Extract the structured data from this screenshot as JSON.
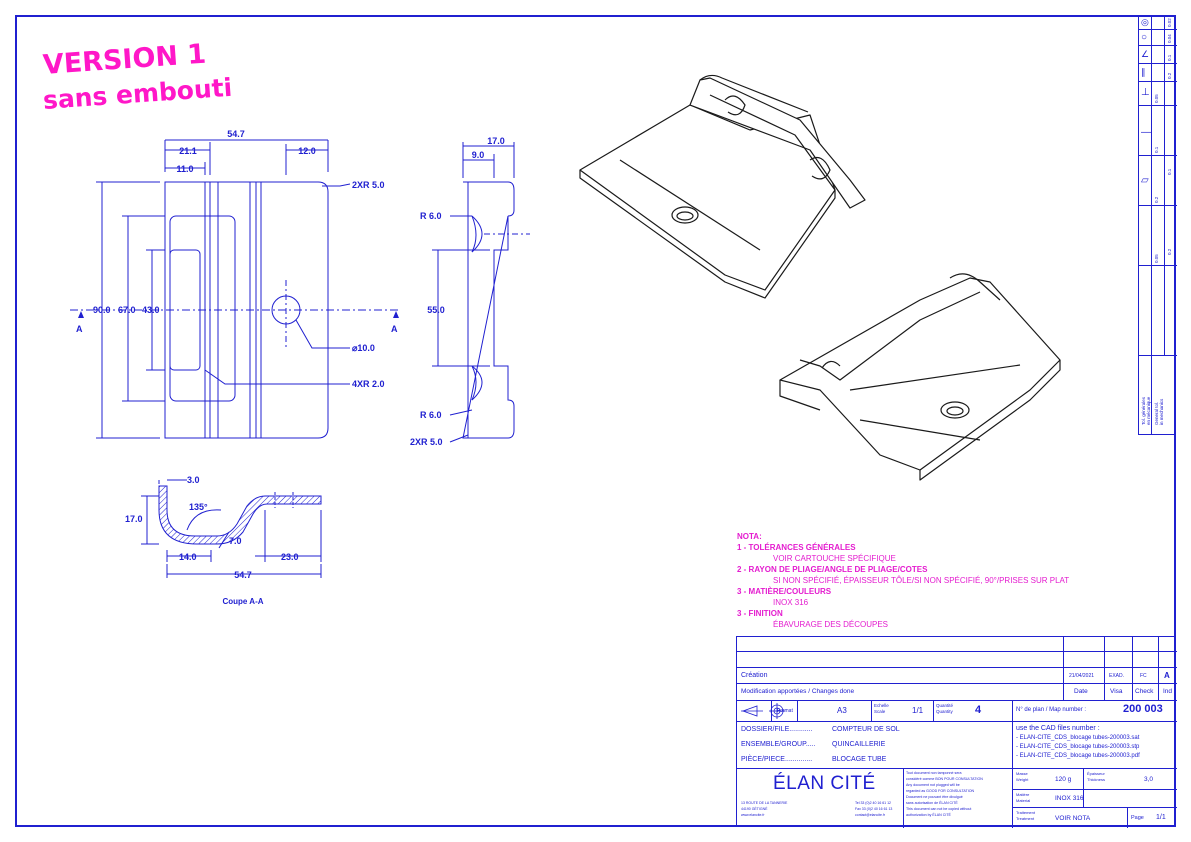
{
  "stamp": {
    "line1": "VERSION 1",
    "line2": "sans embouti"
  },
  "front_view": {
    "dims": {
      "width_total": "54.7",
      "w21": "21.1",
      "w11": "11.0",
      "w12": "12.0",
      "h90": "90.0",
      "h67": "67.0",
      "h43": "43.0"
    },
    "callouts": {
      "corner_radius": "2XR 5.0",
      "hole": "⌀10.0",
      "inner_radius": "4XR 2.0"
    },
    "section_mark": "A"
  },
  "side_view": {
    "dims": {
      "w17": "17.0",
      "w9": "9.0",
      "h55": "55.0"
    },
    "callouts": {
      "r_top": "R 6.0",
      "r_bottom": "R 6.0",
      "corner": "2XR 5.0"
    }
  },
  "section_view": {
    "dims": {
      "t": "3.0",
      "h": "17.0",
      "angle": "135°",
      "d7": "7.0",
      "d14": "14.0",
      "d23": "23.0",
      "w": "54.7"
    },
    "title": "Coupe A-A"
  },
  "nota": {
    "title": "NOTA:",
    "items": [
      {
        "head": "1 - TOLÉRANCES GÉNÉRALES",
        "body": "VOIR CARTOUCHE SPÉCIFIQUE"
      },
      {
        "head": "2 - RAYON DE PLIAGE/ANGLE DE PLIAGE/COTES",
        "body": "SI NON SPÉCIFIÉ, ÉPAISSEUR TÔLE/SI NON SPÉCIFIÉ, 90°/PRISES SUR PLAT"
      },
      {
        "head": "3 - MATIÈRE/COULEURS",
        "body": "INOX 316"
      },
      {
        "head": "3 - FINITION",
        "body": "ÉBAVURAGE DES DÉCOUPES"
      }
    ]
  },
  "title_block": {
    "revision": {
      "label": "Création",
      "date": "21/04/2021",
      "visa": "EXAD.",
      "check": "FC",
      "ind": "A"
    },
    "rev_header": {
      "label": "Modification apportées / Changes done",
      "date": "Date",
      "visa": "Visa",
      "check": "Check",
      "ind": "Ind"
    },
    "format_label": "Format",
    "format": "A3",
    "scale_label": "Echelle\nScale",
    "scale": "1/1",
    "qty_label": "Quantité\nQuantity",
    "qty": "4",
    "plan_label": "N° de plan / Map number :",
    "plan_number": "200 003",
    "dossier_label": "DOSSIER/FILE............",
    "dossier": "COMPTEUR DE SOL",
    "ensemble_label": "ENSEMBLE/GROUP.....",
    "ensemble": "QUINCAILLERIE",
    "piece_label": "PIÈCE/PIECE..............",
    "piece": "BLOCAGE TUBE",
    "cad_title": "use the CAD files number :",
    "cad_files": [
      "- ELAN-CITE_CDS_blocage tubes-200003.sat",
      "- ELAN-CITE_CDS_blocage tubes-200003.stp",
      "- ELAN-CITE_CDS_blocage tubes-200003.pdf"
    ],
    "company": "ÉLAN CITÉ",
    "addr": [
      "13 ROUTE DE LA TANNERIE",
      "44190 GÉTIGNÉ",
      "www.elancite.fr"
    ],
    "contact": [
      "Tel 33 (0)2 40 16 61 12",
      "Fax 33 (0)2 40 16 61 13",
      "contact@elancite.fr"
    ],
    "notice": [
      "Tout document non tamponné sera",
      "considéré comme BON POUR CONSULTATION",
      "Any document not plugged will be",
      "regarded as GOOD FOR CONSULTATION",
      "Document ne pouvant être divulgué",
      "sans autorisation de ÉLAN CITÉ",
      "This document can not be copied without",
      "authorization by ÉLAN CITÉ"
    ],
    "weight_label": "Masse\nWeight",
    "weight": "120 g",
    "thick_label": "Épaisseur\nThickness",
    "thick": "3,0",
    "material_label": "Matière\nMaterial",
    "material": "INOX 316",
    "treatment_label": "Traitement\nTreatment",
    "treatment": "VOIR NOTA",
    "page_label": "Page",
    "page": "1/1"
  },
  "tolerance_strip": {
    "general_label": "Tol. générales\nen mécanique",
    "general_label_en": "General tol.\nin mechanics",
    "values": [
      "0.02",
      "0.04",
      "0.1",
      "0.2",
      "0.05",
      "0.1",
      "0.2",
      "0.05",
      "0.1",
      "0.2"
    ]
  },
  "colors": {
    "ink": "#2020d0",
    "stamp": "#ff17c8",
    "nota": "#e41ccf"
  }
}
